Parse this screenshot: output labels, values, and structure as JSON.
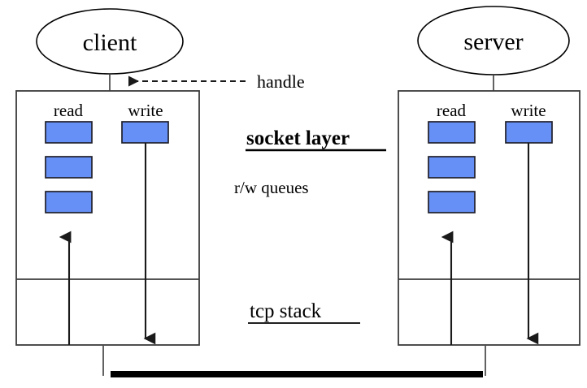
{
  "diagram": {
    "title": "socket layer and tcp stack between client and server",
    "colors": {
      "queue_fill": "#6690f5",
      "queue_stroke": "#20202a",
      "panel_stroke": "#3b3b3b",
      "line": "#1a1a1a",
      "network_bar": "#000000",
      "background": "#ffffff"
    },
    "nodes": {
      "client": {
        "label": "client"
      },
      "server": {
        "label": "server"
      }
    },
    "annotations": {
      "handle": "handle",
      "socket_layer": "socket layer",
      "rw_queues": "r/w queues",
      "tcp_stack": "tcp stack"
    },
    "panels": [
      {
        "id": "client-panel",
        "owner": "client",
        "columns": [
          {
            "id": "read",
            "label": "read",
            "queue_count": 3
          },
          {
            "id": "write",
            "label": "write",
            "queue_count": 1
          }
        ]
      },
      {
        "id": "server-panel",
        "owner": "server",
        "columns": [
          {
            "id": "read",
            "label": "read",
            "queue_count": 3
          },
          {
            "id": "write",
            "label": "write",
            "queue_count": 1
          }
        ]
      }
    ],
    "network": {
      "label": ""
    }
  }
}
